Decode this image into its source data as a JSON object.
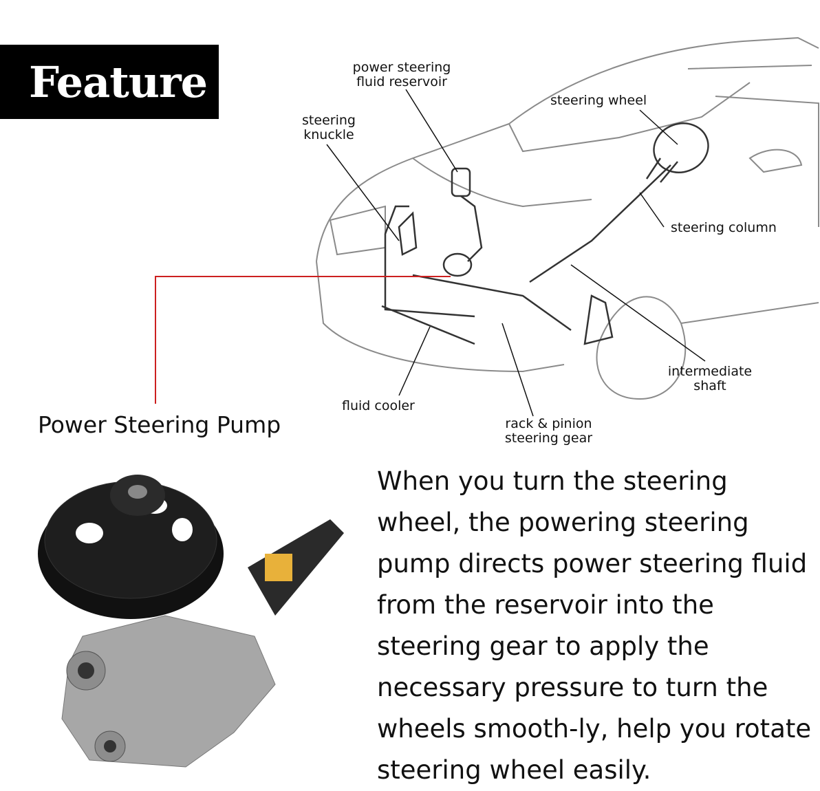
{
  "badge": {
    "title": "Feature"
  },
  "diagram": {
    "labels": {
      "reservoir": "power steering fluid reservoir",
      "steering_wheel": "steering wheel",
      "knuckle": "steering knuckle",
      "column": "steering column",
      "intermediate_shaft": "intermediate shaft",
      "fluid_cooler": "fluid cooler",
      "rack_pinion": "rack & pinion steering gear"
    },
    "callout_color": "#cc1f1f"
  },
  "product": {
    "label": "Power Steering Pump"
  },
  "description": "When you turn the steering wheel, the powering steering pump directs power steering fluid from the reservoir into the steering gear to apply the necessary pressure to turn the wheels smooth-ly, help you rotate steering wheel easily."
}
